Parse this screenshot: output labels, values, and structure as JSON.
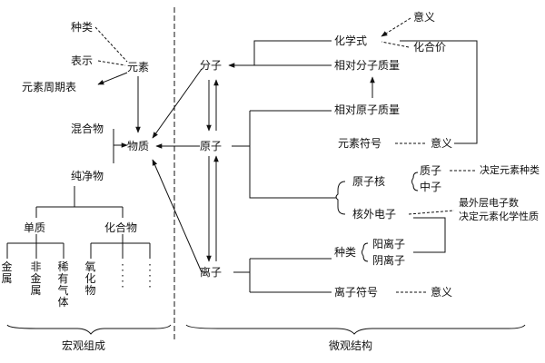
{
  "macro": {
    "kinds": "种类",
    "represent": "表示",
    "element": "元素",
    "periodic_table": "元素周期表",
    "mixture": "混合物",
    "substance": "物质",
    "pure_substance": "纯净物",
    "simple_substance": "单质",
    "compound": "化合物",
    "metal": "金属",
    "nonmetal": "非金属",
    "rare_gas": "稀有气体",
    "oxide": "氧化物",
    "section_label": "宏观组成"
  },
  "micro": {
    "molecule": "分子",
    "atom": "原子",
    "ion": "离子",
    "chemical_formula": "化学式",
    "formula_meaning": "意义",
    "valence": "化合价",
    "relative_molecular_mass": "相对分子质量",
    "relative_atomic_mass": "相对原子质量",
    "element_symbol": "元素符号",
    "symbol_meaning": "意义",
    "nucleus": "原子核",
    "proton": "质子",
    "neutron": "中子",
    "determines_element_type": "决定元素种类",
    "outer_electrons": "核外电子",
    "outermost_electron_count": "最外层电子数",
    "determines_chemical_property": "决定元素化学性质",
    "ion_kinds": "种类",
    "cation": "阳离子",
    "anion": "阴离子",
    "ion_symbol": "离子符号",
    "ion_symbol_meaning": "意义",
    "section_label": "微观结构"
  }
}
